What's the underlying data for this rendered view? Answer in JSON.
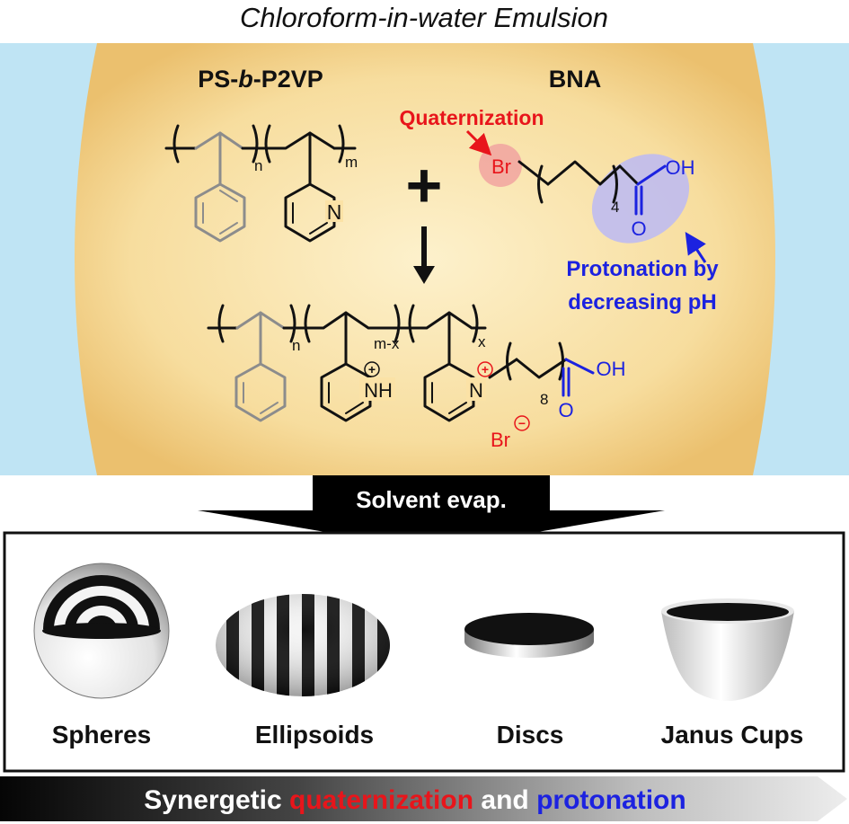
{
  "title": "Chloroform-in-water Emulsion",
  "top_panel": {
    "polymer_label_prefix": "PS-",
    "polymer_label_b": "b",
    "polymer_label_suffix": "-P2VP",
    "additive_label": "BNA",
    "plus_sign": "+",
    "quaternization_label": "Quaternization",
    "protonation_label_line1": "Protonation by",
    "protonation_label_line2": "decreasing pH",
    "subscripts": {
      "n": "n",
      "m": "m",
      "four": "4",
      "m_minus_x": "m-x",
      "x": "x",
      "eight": "8"
    },
    "atoms": {
      "br": "Br",
      "oh": "OH",
      "o": "O",
      "n": "N",
      "nh": "NH",
      "plus": "+",
      "minus": "−"
    }
  },
  "arrow_label": "Solvent evap.",
  "morphologies": [
    {
      "label": "Spheres"
    },
    {
      "label": "Ellipsoids"
    },
    {
      "label": "Discs"
    },
    {
      "label": "Janus Cups"
    }
  ],
  "bottom_bar": {
    "word1": "Synergetic",
    "word2": "quaternization",
    "word3": "and",
    "word4": "protonation"
  },
  "colors": {
    "background_water": "#bfe4f4",
    "droplet_fill": "#fbe2a6",
    "quaternization": "#e8151b",
    "protonation": "#1c22e0",
    "ps_gray": "#8c8c8c"
  }
}
